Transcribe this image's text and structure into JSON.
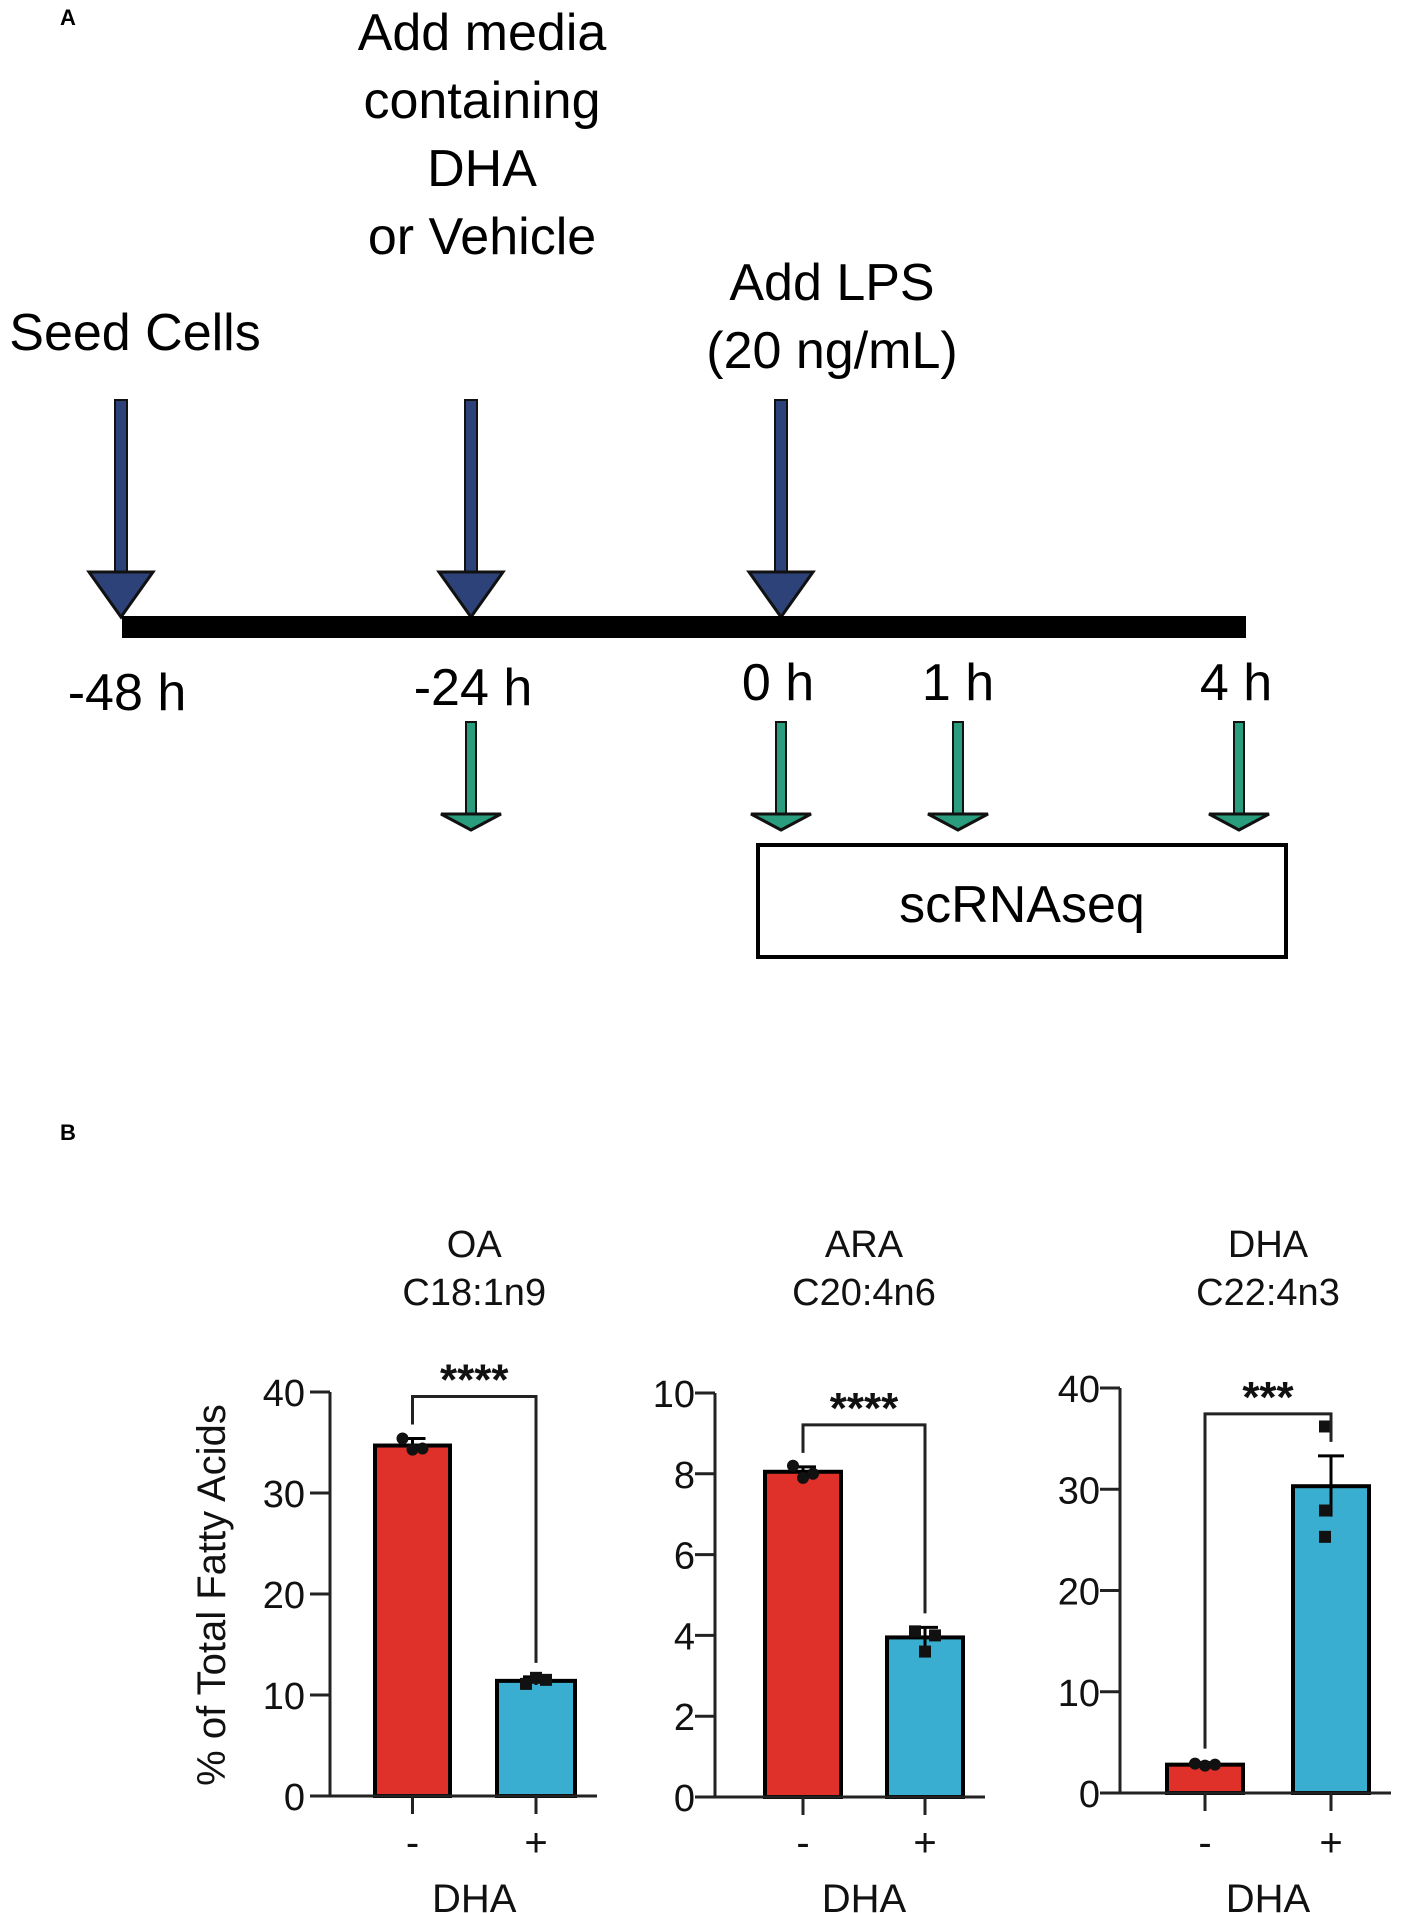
{
  "panels": {
    "a": {
      "label": "A",
      "events": [
        {
          "title_lines": [
            "Seed Cells"
          ],
          "time_label": "-48 h"
        },
        {
          "title_lines": [
            "Add media",
            "containing",
            "DHA",
            "or Vehicle"
          ],
          "time_label": "-24 h"
        },
        {
          "title_lines": [
            "Add LPS",
            "(20 ng/mL)"
          ],
          "time_label": "0 h"
        }
      ],
      "extra_time_labels": [
        "1 h",
        "4 h"
      ],
      "scrna_label": "scRNAseq"
    },
    "b": {
      "label": "B"
    }
  },
  "colors": {
    "timeline_arrow": "#2d4278",
    "sample_arrow": "#2a9d7f",
    "vehicle_bar": "#e0302a",
    "dha_bar": "#3aaed0"
  },
  "chart_data": [
    {
      "type": "bar",
      "title_lines": [
        "OA",
        "C18:1n9"
      ],
      "ylabel": "% of Total Fatty Acids",
      "xlabel": "DHA",
      "categories": [
        "-",
        "+"
      ],
      "values": [
        34.7,
        11.4
      ],
      "errors": [
        0.7,
        0.4
      ],
      "points": [
        [
          35.4,
          34.3,
          34.4
        ],
        [
          11.1,
          11.7,
          11.5
        ]
      ],
      "ylim": [
        0,
        40
      ],
      "yticks": [
        0,
        10,
        20,
        30,
        40
      ],
      "significance": "****"
    },
    {
      "type": "bar",
      "title_lines": [
        "ARA",
        "C20:4n6"
      ],
      "ylabel": "",
      "xlabel": "DHA",
      "categories": [
        "-",
        "+"
      ],
      "values": [
        8.05,
        3.95
      ],
      "errors": [
        0.12,
        0.25
      ],
      "points": [
        [
          8.2,
          7.9,
          8.0
        ],
        [
          4.1,
          3.6,
          4.0
        ]
      ],
      "ylim": [
        0,
        10
      ],
      "yticks": [
        0,
        2,
        4,
        6,
        8,
        10
      ],
      "significance": "****"
    },
    {
      "type": "bar",
      "title_lines": [
        "DHA",
        "C22:4n3"
      ],
      "ylabel": "",
      "xlabel": "DHA",
      "categories": [
        "-",
        "+"
      ],
      "values": [
        2.8,
        30.3
      ],
      "errors": [
        0.2,
        3.0
      ],
      "points": [
        [
          2.9,
          2.7,
          2.8
        ],
        [
          36.2,
          27.9,
          25.3
        ]
      ],
      "ylim": [
        0,
        40
      ],
      "yticks": [
        0,
        10,
        20,
        30,
        40
      ],
      "significance": "***"
    }
  ]
}
